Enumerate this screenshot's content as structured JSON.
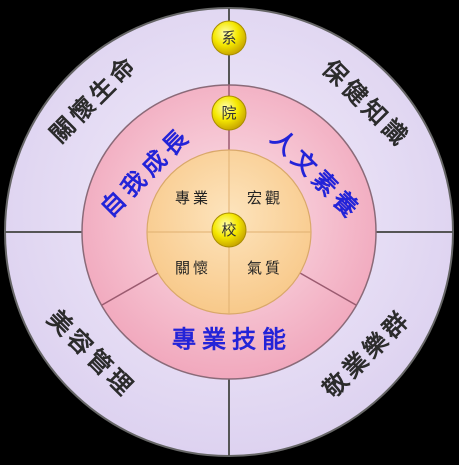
{
  "outer_ring": {
    "top_left": "關懷生命",
    "top_right": "保健知識",
    "bottom_left": "美容管理",
    "bottom_right": "敬業樂群"
  },
  "middle_ring": {
    "left": "自我成長",
    "right": "人文素養",
    "bottom": "專業技能"
  },
  "inner_circle": {
    "top_left": "專業",
    "top_right": "宏觀",
    "bottom_left": "關懷",
    "bottom_right": "氣質"
  },
  "badges": {
    "department": "系",
    "college": "院",
    "school": "校"
  },
  "colors": {
    "outer_fill": "#e8e0f6",
    "middle_fill": "#f5bfcf",
    "inner_fill": "#fbd8a3",
    "badge_fill": "#f2e600",
    "middle_text": "#2323d8"
  }
}
